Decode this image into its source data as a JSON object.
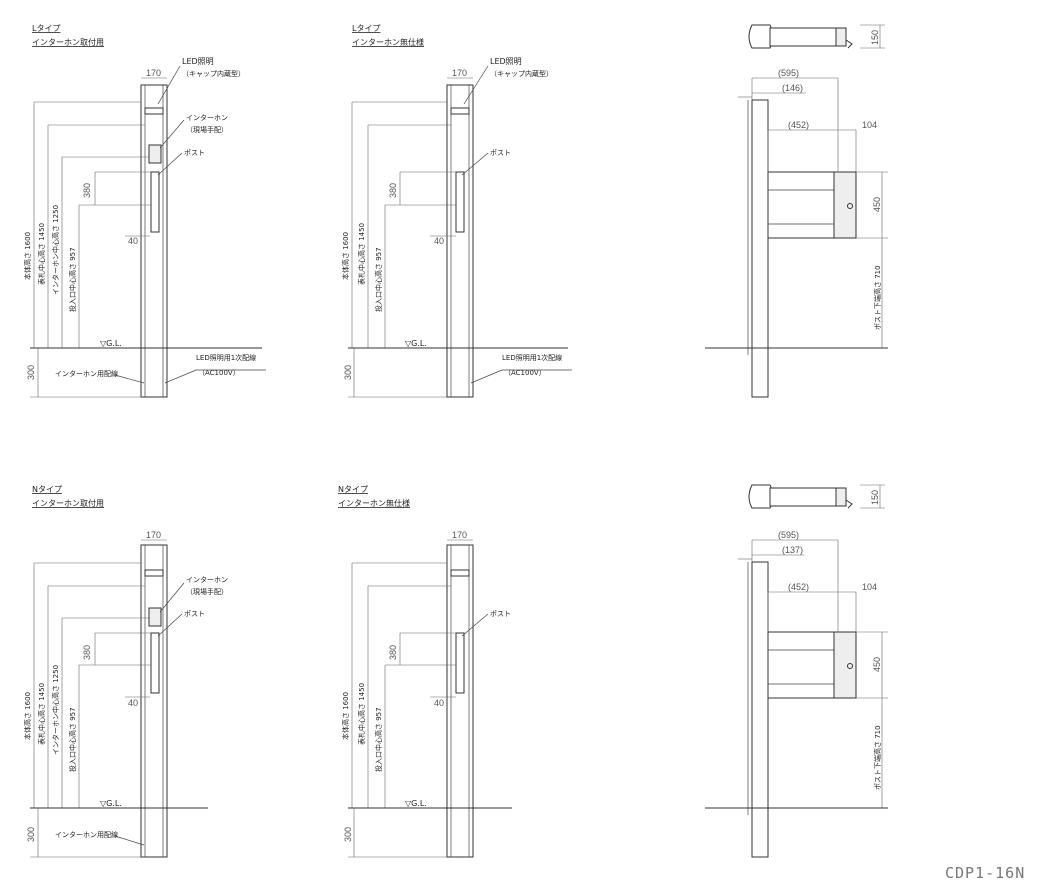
{
  "panels": {
    "l_with": {
      "type_label": "Lタイプ",
      "sub_label": "インターホン取付用"
    },
    "l_without": {
      "type_label": "Lタイプ",
      "sub_label": "インターホン無仕様"
    },
    "n_with": {
      "type_label": "Nタイプ",
      "sub_label": "インターホン取付用"
    },
    "n_without": {
      "type_label": "Nタイプ",
      "sub_label": "インターホン無仕様"
    }
  },
  "labels": {
    "led_light": "LED照明",
    "led_cap": "（キャップ内蔵型）",
    "intercom": "インターホン",
    "intercom_note": "（現場手配）",
    "post": "ポスト",
    "led_wire": "LED照明用1次配線",
    "ac100v": "（AC100V）",
    "intercom_wire": "インターホン用配線",
    "gl": "▽G.L.",
    "main_height": "本体高さ 1600",
    "sign_center": "表札中心高さ 1450",
    "intercom_center": "インターホン中心高さ 1250",
    "slot_center": "投入口中心高さ 957",
    "post_bottom": "ポスト下端高さ 710"
  },
  "dims": {
    "w170": "170",
    "d380": "380",
    "d40": "40",
    "d300": "300",
    "w595": "(595)",
    "w146": "(146)",
    "w137": "(137)",
    "w452": "(452)",
    "w104": "104",
    "h450": "450",
    "h150": "150"
  },
  "drawing_code": "CDP1-16N"
}
